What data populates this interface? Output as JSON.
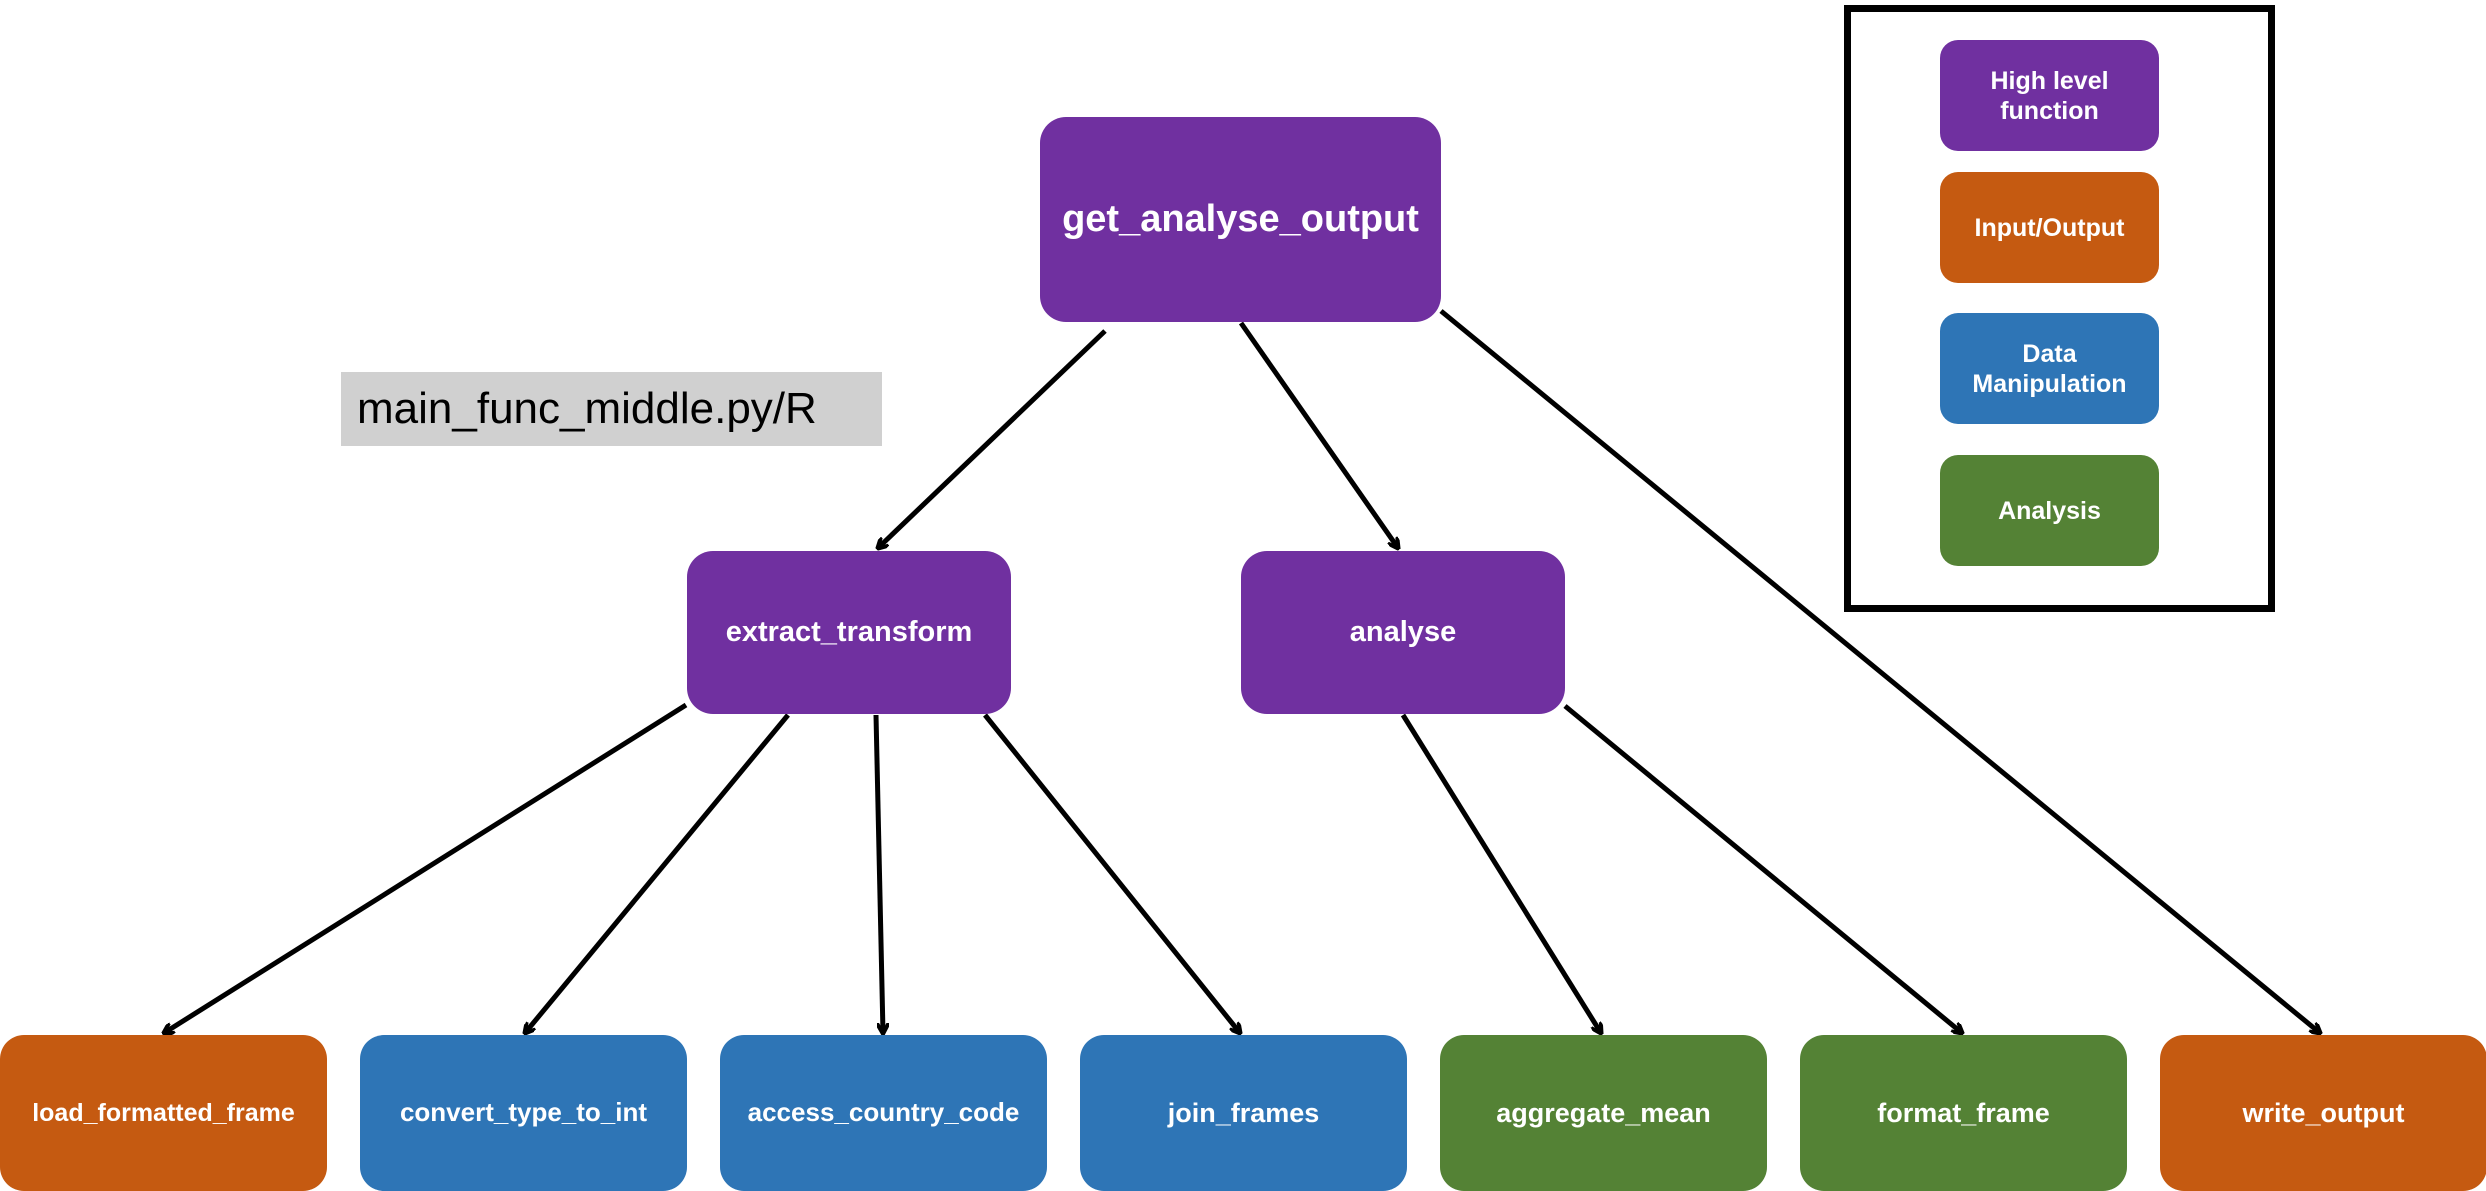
{
  "file_label": "main_func_middle.py/R",
  "colors": {
    "high_level": "#7030a0",
    "input_output": "#c55a11",
    "data_manipulation": "#2e75b6",
    "analysis": "#548235",
    "edge": "#000000"
  },
  "legend": {
    "high_level": "High level function",
    "input_output": "Input/Output",
    "data_manipulation": "Data Manipulation",
    "analysis": "Analysis"
  },
  "nodes": {
    "root": {
      "label": "get_analyse_output",
      "category": "high_level"
    },
    "extract_transform": {
      "label": "extract_transform",
      "category": "high_level"
    },
    "analyse": {
      "label": "analyse",
      "category": "high_level"
    },
    "load_formatted_frame": {
      "label": "load_formatted_frame",
      "category": "input_output"
    },
    "convert_type_to_int": {
      "label": "convert_type_to_int",
      "category": "data_manipulation"
    },
    "access_country_code": {
      "label": "access_country_code",
      "category": "data_manipulation"
    },
    "join_frames": {
      "label": "join_frames",
      "category": "data_manipulation"
    },
    "aggregate_mean": {
      "label": "aggregate_mean",
      "category": "analysis"
    },
    "format_frame": {
      "label": "format_frame",
      "category": "analysis"
    },
    "write_output": {
      "label": "write_output",
      "category": "input_output"
    }
  },
  "edges": [
    [
      "root",
      "extract_transform"
    ],
    [
      "root",
      "analyse"
    ],
    [
      "root",
      "write_output"
    ],
    [
      "extract_transform",
      "load_formatted_frame"
    ],
    [
      "extract_transform",
      "convert_type_to_int"
    ],
    [
      "extract_transform",
      "access_country_code"
    ],
    [
      "extract_transform",
      "join_frames"
    ],
    [
      "analyse",
      "aggregate_mean"
    ],
    [
      "analyse",
      "format_frame"
    ]
  ]
}
